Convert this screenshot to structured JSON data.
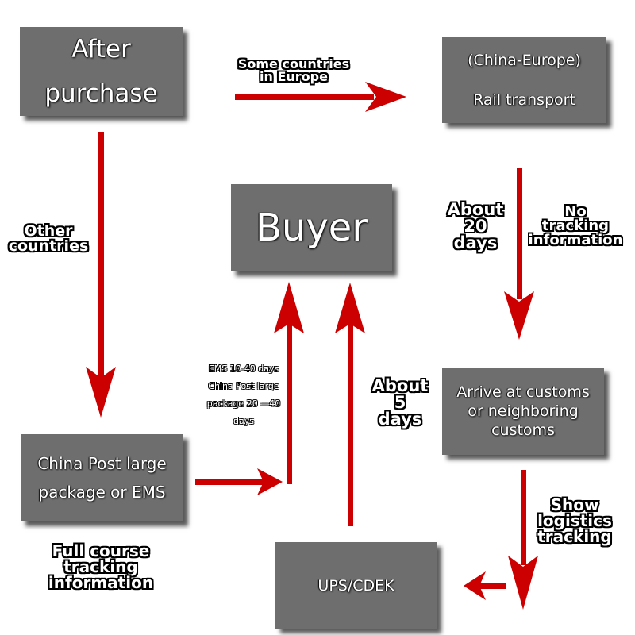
{
  "boxes": {
    "after_purchase": [
      "After",
      "purchase"
    ],
    "rail": [
      "(China-Europe)",
      "Rail transport"
    ],
    "buyer": "Buyer",
    "customs": [
      "Arrive at customs",
      "or neighboring",
      "customs"
    ],
    "china_post": [
      "China Post large",
      "package or EMS"
    ],
    "ups": "UPS/CDEK"
  },
  "labels": {
    "some_countries": [
      "Some countries",
      "in Europe"
    ],
    "other_countries": [
      "Other",
      "countries"
    ],
    "about_20": [
      "About",
      "20",
      "days"
    ],
    "no_tracking": [
      "No",
      "tracking",
      "information"
    ],
    "about_5": [
      "About",
      "5",
      "days"
    ],
    "show_logistics": [
      "Show",
      "logistics",
      "tracking"
    ],
    "full_course": [
      "Full course",
      "tracking",
      "information"
    ],
    "ems_note": [
      "EMS",
      "10-40 days",
      "China Post large",
      "package",
      "20 —40 days"
    ]
  },
  "colors": {
    "arrow": "#cc0000",
    "box": "#6e6e6e"
  }
}
